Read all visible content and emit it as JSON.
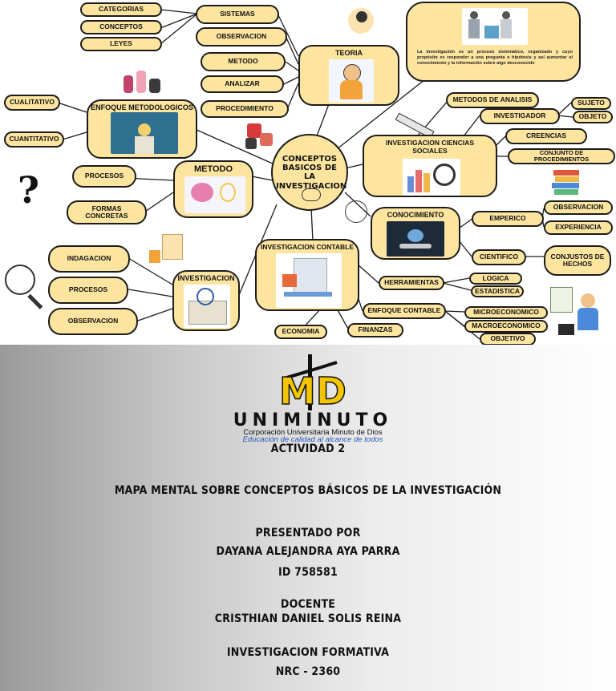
{
  "center": {
    "title": "CONCEPTOS BASICOS DE LA INVESTIGACION"
  },
  "teoria": {
    "title": "TEORIA",
    "items": [
      "SISTEMAS",
      "OBSERVACION",
      "METODO",
      "ANALIZAR",
      "PROCEDIMIENTO"
    ],
    "sub": [
      "CATEGORIAS",
      "CONCEPTOS",
      "LEYES"
    ]
  },
  "definition": {
    "text": "La investigación es un proceso sistemático, organizado y cuyo propósito es responder a una pregunta o hipótesis y así aumentar el conocimiento y la información sobre algo desconocido"
  },
  "enfoque": {
    "title": "ENFOQUE METODOLOGICOS",
    "items": [
      "CUALITATIVO",
      "CUANTITATIVO"
    ]
  },
  "metodo": {
    "title": "METODO",
    "items": [
      "PROCESOS",
      "FORMAS CONCRETAS"
    ]
  },
  "ics": {
    "title": "INVESTIGACION CIENCIAS SOCIALES",
    "metodos": "METODOS DE ANALISIS",
    "investigador": "INVESTIGADOR",
    "sujeto": "SUJETO",
    "objeto": "OBJETO",
    "creencias": "CREENCIAS",
    "conjunto": "CONJUNTO DE PROCEDIMIENTOS"
  },
  "conocimiento": {
    "title": "CONOCIMIENTO",
    "emperico": "EMPERICO",
    "observacion": "OBSERVACION",
    "experiencia": "EXPERIENCIA",
    "cientifico": "CIENTIFICO",
    "hechos": "CONJUSTOS DE HECHOS"
  },
  "contable": {
    "title": "INVESTIGACION CONTABLE",
    "herramientas": "HERRAMIENTAS",
    "logica": "LOGICA",
    "estadistica": "ESTADISTICA",
    "enfoque": "ENFOQUE CONTABLE",
    "micro": "MICROECONOMICO",
    "macro": "MACROECONOMICO",
    "objetivo": "OBJETIVO",
    "economia": "ECONOMIA",
    "finanzas": "FINANZAS"
  },
  "investigacion": {
    "title": "INVESTIGACION",
    "items": [
      "INDAGACION",
      "PROCESOS",
      "OBSERVACION"
    ]
  },
  "footer": {
    "logo_letters": "MD",
    "uniminuto": "UNIMINUTO",
    "corp": "Corporación Universitaria Minuto de Dios",
    "slogan": "Educación de calidad al alcance de todos",
    "actividad": "ACTIVIDAD 2",
    "mapa": "MAPA MENTAL SOBRE CONCEPTOS BÁSICOS DE LA INVESTIGACIÓN",
    "presentado": "PRESENTADO POR",
    "nombre": "DAYANA ALEJANDRA AYA PARRA",
    "id": "ID 758581",
    "docente": "DOCENTE",
    "docente_nombre": "CRISTHIAN DANIEL SOLIS REINA",
    "curso": "INVESTIGACION FORMATIVA",
    "nrc": "NRC - 2360"
  },
  "colors": {
    "node_fill": "#fde5a0",
    "outline": "#1c1c1c",
    "logo_yellow": "#f2c500",
    "slogan_blue": "#2a57b8"
  }
}
